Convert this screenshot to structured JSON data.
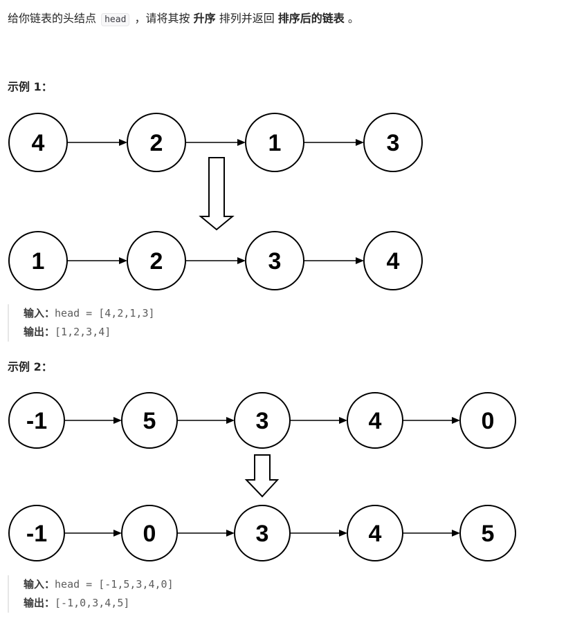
{
  "intro": {
    "part1": "给你链表的头结点 ",
    "code": "head",
    "part2": " ，请将其按 ",
    "bold1": "升序",
    "part3": " 排列并返回 ",
    "bold2": "排序后的链表",
    "part4": " 。"
  },
  "examples": [
    {
      "title": "示例 1：",
      "input_list": [
        "4",
        "2",
        "1",
        "3"
      ],
      "output_list": [
        "1",
        "2",
        "3",
        "4"
      ],
      "input_label": "输入：",
      "input_value": "head = [4,2,1,3]",
      "output_label": "输出：",
      "output_value": "[1,2,3,4]"
    },
    {
      "title": "示例 2：",
      "input_list": [
        "-1",
        "5",
        "3",
        "4",
        "0"
      ],
      "output_list": [
        "-1",
        "0",
        "3",
        "4",
        "5"
      ],
      "input_label": "输入：",
      "input_value": "head = [-1,5,3,4,0]",
      "output_label": "输出：",
      "output_value": "[-1,0,3,4,5]"
    }
  ],
  "colors": {
    "text": "#262626",
    "node_stroke": "#000000",
    "code_bg": "#f7f7f8"
  }
}
